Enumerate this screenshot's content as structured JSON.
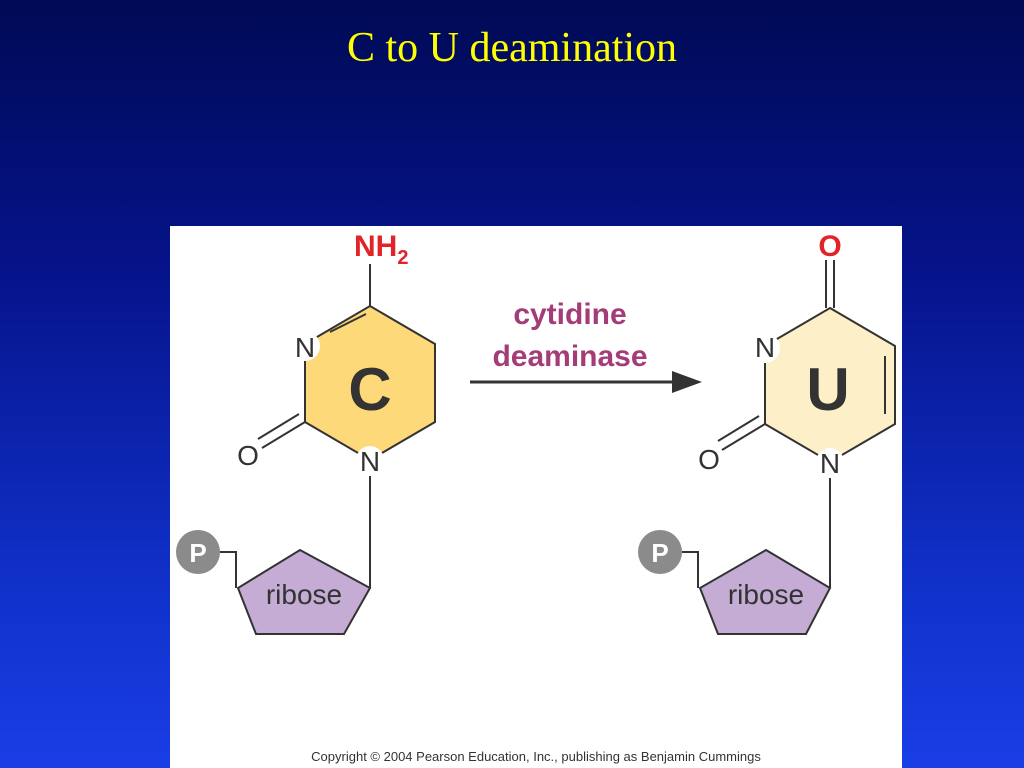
{
  "slide": {
    "title": "C to U deamination"
  },
  "diagram": {
    "colors": {
      "cytosine_ring": "#fdd97a",
      "uracil_ring": "#fdefc7",
      "ribose": "#c4acd4",
      "phosphate": "#8b8b8b",
      "red_group": "#e2232a",
      "enzyme_label": "#a43c78",
      "bond": "#333333"
    },
    "cytosine": {
      "ring_letter": "C",
      "amino_group": "NH",
      "amino_subscript": "2",
      "ring_nitrogen_top": "N",
      "ring_nitrogen_bottom": "N",
      "carbonyl_oxygen": "O"
    },
    "enzyme": {
      "line1": "cytidine",
      "line2": "deaminase"
    },
    "uracil": {
      "ring_letter": "U",
      "keto_oxygen": "O",
      "ring_nitrogen_top": "N",
      "ring_nitrogen_bottom": "N",
      "carbonyl_oxygen": "O"
    },
    "sugar": {
      "label": "ribose",
      "phosphate_label": "P"
    },
    "copyright": "Copyright © 2004 Pearson Education, Inc., publishing as Benjamin Cummings"
  }
}
